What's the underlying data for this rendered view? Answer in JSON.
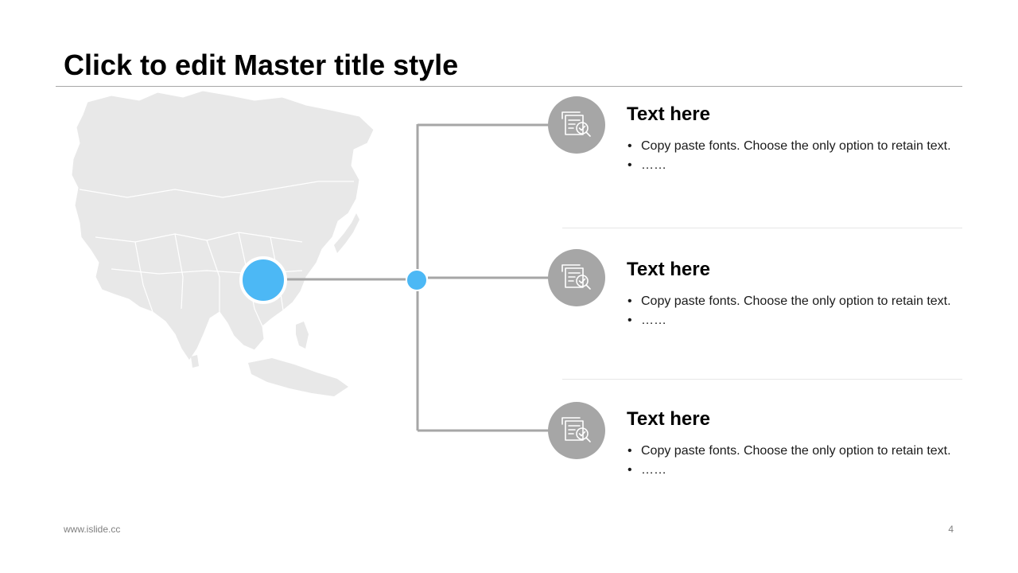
{
  "slide": {
    "title": "Click to edit Master title style",
    "footer": "www.islide.cc",
    "page_number": "4"
  },
  "colors": {
    "accent": "#4cb8f5",
    "connector": "#a6a6a6",
    "icon_circle": "#a6a6a6",
    "map_fill": "#e8e8e8"
  },
  "map": {
    "region": "Asia",
    "icon": "asia-map"
  },
  "items": [
    {
      "icon": "document-search-icon",
      "title": "Text here",
      "bullets": [
        "Copy paste fonts. Choose the only option to retain text.",
        "……"
      ]
    },
    {
      "icon": "document-search-icon",
      "title": "Text here",
      "bullets": [
        "Copy paste fonts. Choose the only option to retain text.",
        "……"
      ]
    },
    {
      "icon": "document-search-icon",
      "title": "Text here",
      "bullets": [
        "Copy paste fonts. Choose the only option to retain text.",
        "……"
      ]
    }
  ]
}
